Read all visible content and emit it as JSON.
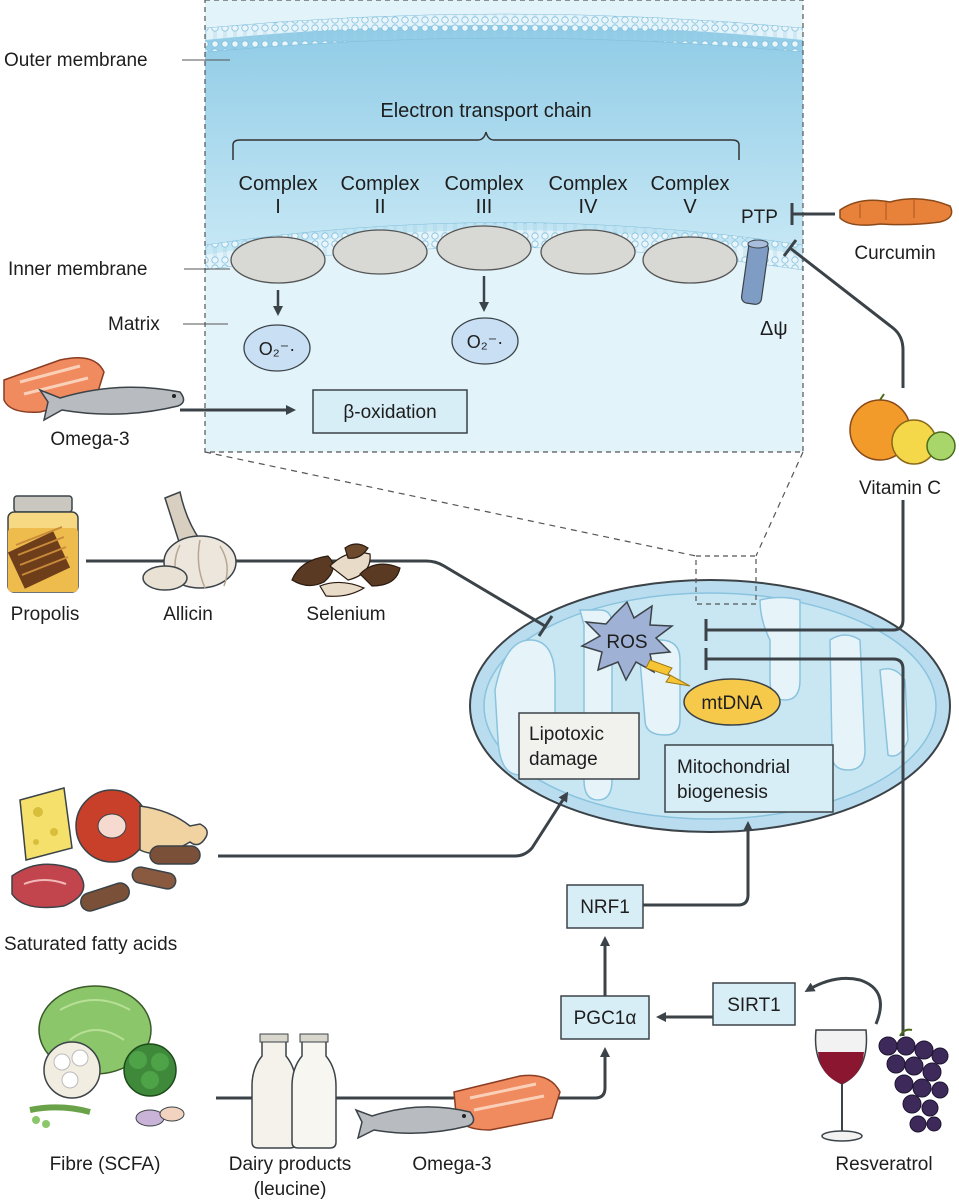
{
  "membrane": {
    "outer_membrane": "Outer membrane",
    "inner_membrane": "Inner membrane",
    "matrix": "Matrix",
    "etc_title": "Electron transport chain",
    "complex_word": "Complex",
    "complexes": [
      "I",
      "II",
      "III",
      "IV",
      "V"
    ],
    "ptp": "PTP",
    "delta_psi": "Δψ",
    "superoxide_1": "O₂⁻·",
    "superoxide_2": "O₂⁻·",
    "beta_oxidation": "β-oxidation"
  },
  "mitochondrion": {
    "ros": "ROS",
    "mtdna": "mtDNA",
    "lipotoxic_1": "Lipotoxic",
    "lipotoxic_2": "damage",
    "biogenesis_1": "Mitochondrial",
    "biogenesis_2": "biogenesis"
  },
  "pathway": {
    "nrf1": "NRF1",
    "pgc1a": "PGC1α",
    "sirt1": "SIRT1"
  },
  "foods": {
    "omega3_top": "Omega-3",
    "propolis": "Propolis",
    "allicin": "Allicin",
    "selenium": "Selenium",
    "curcumin": "Curcumin",
    "vitamin_c": "Vitamin C",
    "saturated_fatty_acids": "Saturated fatty acids",
    "fibre": "Fibre (SCFA)",
    "dairy_1": "Dairy products",
    "dairy_2": "(leucine)",
    "omega3_bottom": "Omega-3",
    "resveratrol": "Resveratrol"
  },
  "colors": {
    "membrane_blue": "#bfe3f2",
    "matrix_blue": "#e1f2f9",
    "mito_fill": "#c4e3f1",
    "box_fill": "#d7eef7",
    "line": "#3b4348",
    "mtdna_yellow": "#f6c94a",
    "ros_star": "#9fb1d4"
  }
}
